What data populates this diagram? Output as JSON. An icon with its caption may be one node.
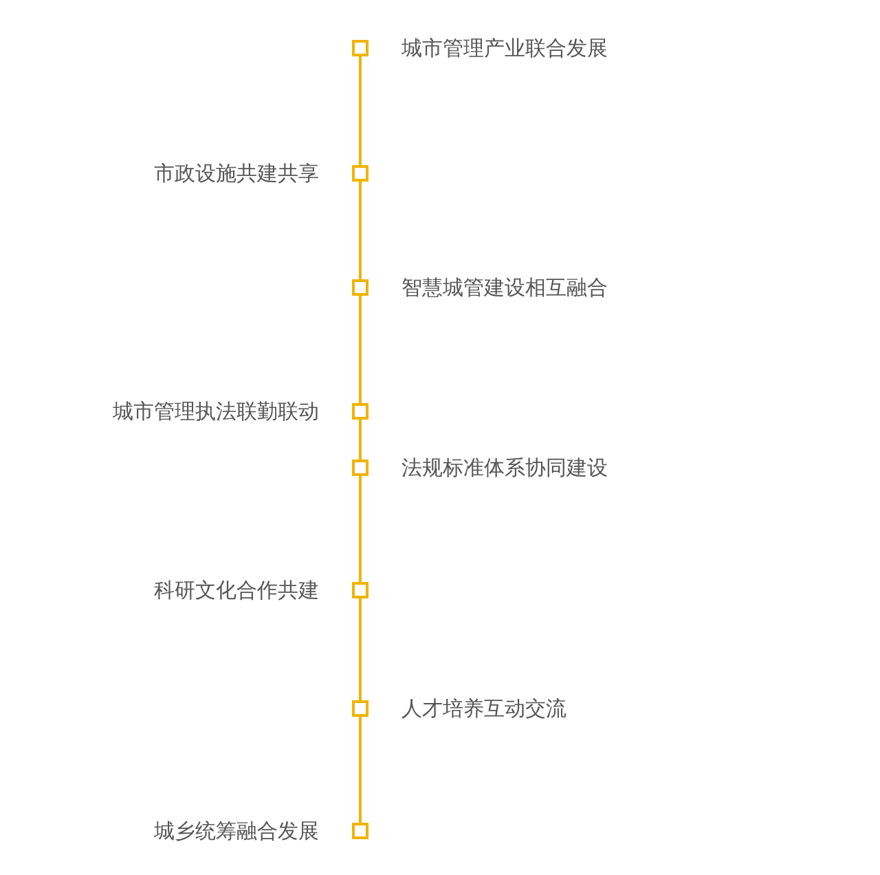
{
  "diagram": {
    "nodes": [
      {
        "text": [],
        "shape": "box",
        "beside": [
          "城市管理产业联合发展"
        ]
      },
      {
        "text": [],
        "shape": "box",
        "beside": [
          "市政设施共建共享"
        ]
      },
      {
        "text": [],
        "shape": "box",
        "beside": [
          "智慧城管建设相互融合"
        ]
      },
      {
        "text": [],
        "shape": "box",
        "beside": [
          "城市管理执法联勤联动"
        ]
      },
      {
        "text": [],
        "shape": "box",
        "beside": [
          "法规标准体系协同建设"
        ]
      },
      {
        "text": [],
        "shape": "box",
        "beside": [
          "科研文化合作共建"
        ]
      },
      {
        "text": [],
        "shape": "box",
        "beside": [
          "人才培养互动交流"
        ]
      },
      {
        "text": [],
        "shape": "box",
        "beside": [
          "城乡统筹融合发展"
        ]
      }
    ],
    "edges": [
      {
        "from": 0,
        "to": 1,
        "arrow": "none"
      },
      {
        "from": 1,
        "to": 2,
        "arrow": "none"
      },
      {
        "from": 2,
        "to": 3,
        "arrow": "none"
      },
      {
        "from": 3,
        "to": 4,
        "arrow": "none"
      },
      {
        "from": 4,
        "to": 5,
        "arrow": "none"
      },
      {
        "from": 5,
        "to": 6,
        "arrow": "none"
      },
      {
        "from": 6,
        "to": 7,
        "arrow": "none"
      }
    ]
  }
}
